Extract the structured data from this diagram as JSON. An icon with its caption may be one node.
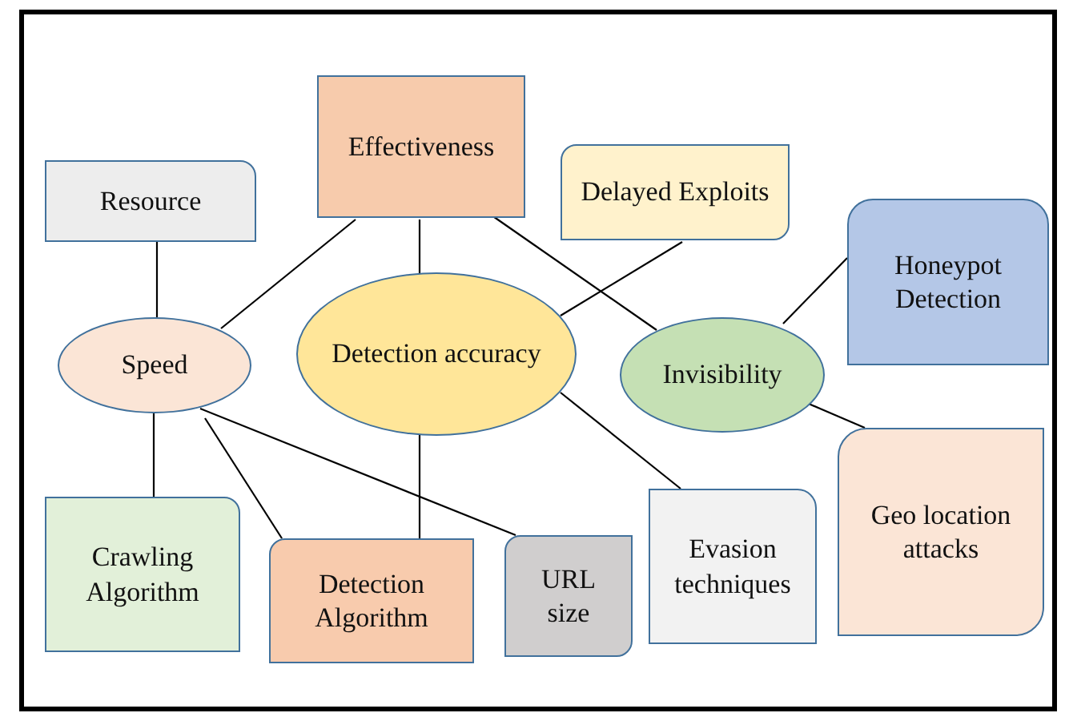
{
  "diagram": {
    "nodes": [
      {
        "text": [
          "Effectiveness"
        ]
      },
      {
        "text": [
          "Resource"
        ]
      },
      {
        "text": [
          "Delayed Exploits"
        ]
      },
      {
        "text": [
          "Honeypot Detection"
        ]
      },
      {
        "text": [
          "Speed"
        ]
      },
      {
        "text": [
          "Detection accuracy"
        ]
      },
      {
        "text": [
          "Invisibility"
        ]
      },
      {
        "text": [
          "Crawling Algorithm"
        ]
      },
      {
        "text": [
          "Detection Algorithm"
        ]
      },
      {
        "text": [
          "URL size"
        ]
      },
      {
        "text": [
          "Evasion techniques"
        ]
      },
      {
        "text": [
          "Geo location attacks"
        ]
      }
    ],
    "edges": [
      {
        "from": 1,
        "to": 4,
        "arrow": "none"
      },
      {
        "from": 0,
        "to": 4,
        "arrow": "none"
      },
      {
        "from": 0,
        "to": 5,
        "arrow": "none"
      },
      {
        "from": 0,
        "to": 6,
        "arrow": "none"
      },
      {
        "from": 2,
        "to": 5,
        "arrow": "none"
      },
      {
        "from": 3,
        "to": 6,
        "arrow": "none"
      },
      {
        "from": 6,
        "to": 11,
        "arrow": "none"
      },
      {
        "from": 4,
        "to": 7,
        "arrow": "none"
      },
      {
        "from": 4,
        "to": 8,
        "arrow": "none"
      },
      {
        "from": 4,
        "to": 9,
        "arrow": "none"
      },
      {
        "from": 5,
        "to": 8,
        "arrow": "none"
      },
      {
        "from": 5,
        "to": 10,
        "arrow": "none"
      }
    ]
  }
}
